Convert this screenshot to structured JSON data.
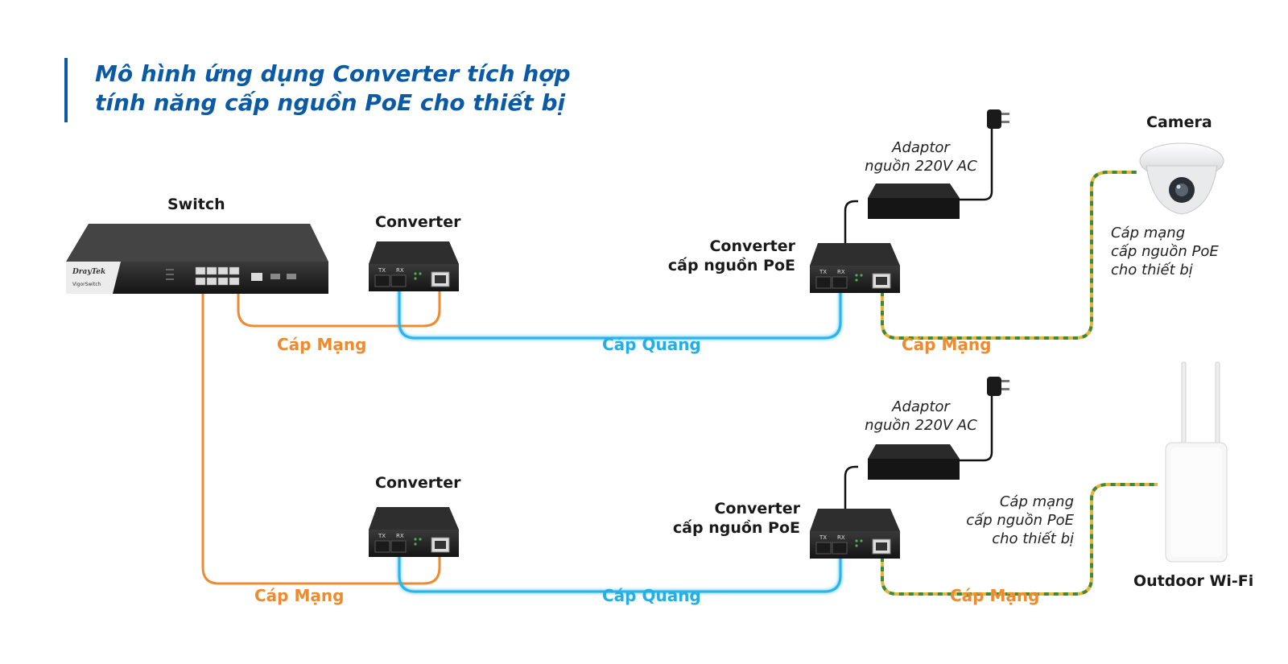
{
  "title": {
    "line1_prefix": "Mô hình ứng dụng ",
    "line1_bold": "Converter tích hợp",
    "line2": "tính năng cấp nguồn PoE cho thiết bị"
  },
  "devices": {
    "switch": "Switch",
    "converter_top": "Converter",
    "converter_bottom": "Converter",
    "poe_converter_top_line1": "Converter",
    "poe_converter_top_line2": "cấp nguồn PoE",
    "poe_converter_bottom_line1": "Converter",
    "poe_converter_bottom_line2": "cấp nguồn PoE",
    "camera": "Camera",
    "outdoor_wifi": "Outdoor Wi-Fi",
    "switch_brand": "DrayTek",
    "switch_model": "VigorSwitch",
    "converter_tx": "TX",
    "converter_rx": "RX"
  },
  "adaptors": {
    "top_line1": "Adaptor",
    "top_line2": "nguồn 220V AC",
    "bottom_line1": "Adaptor",
    "bottom_line2": "nguồn 220V AC"
  },
  "cables": {
    "top_lan_left": "Cáp Mạng",
    "top_fiber": "Cáp Quang",
    "top_lan_right": "Cáp Mạng",
    "bottom_lan_left": "Cáp Mạng",
    "bottom_fiber": "Cáp Quang",
    "bottom_lan_right": "Cáp Mạng"
  },
  "poe_notes": {
    "camera_line1": "Cáp mạng",
    "camera_line2": "cấp nguồn PoE",
    "camera_line3": "cho thiết bị",
    "wifi_line1": "Cáp mạng",
    "wifi_line2": "cấp nguồn PoE",
    "wifi_line3": "cho thiết bị"
  },
  "colors": {
    "title": "#0b5aa6",
    "lan_cable": "#ee8a2f",
    "fiber_cable": "#24aee6",
    "poe_cable_a": "#e8b53a",
    "poe_cable_b": "#3b8a3a",
    "device_body": "#2b2b2b"
  }
}
